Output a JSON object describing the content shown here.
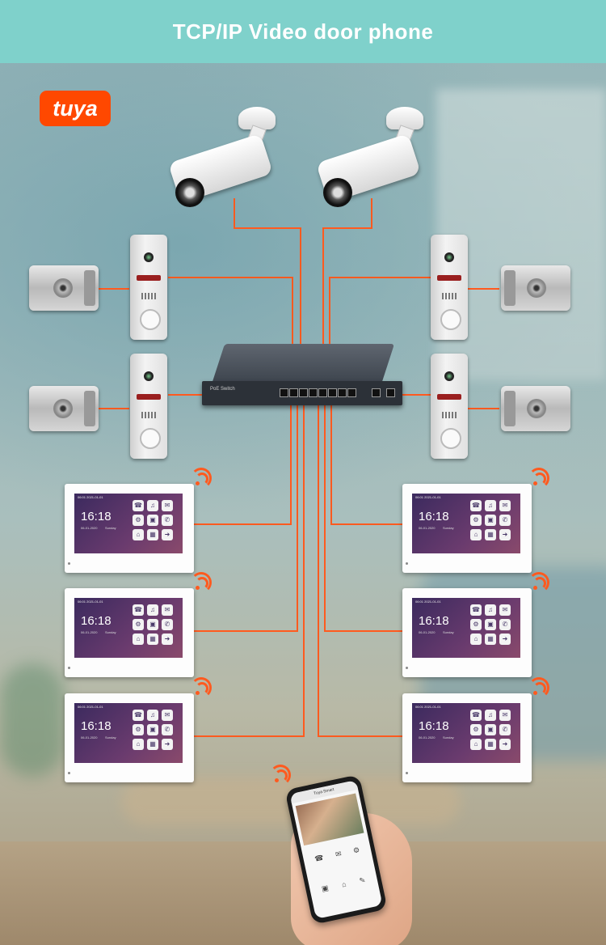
{
  "header": {
    "title": "TCP/IP Video door phone",
    "bg_color": "#7fd1cb"
  },
  "brand": {
    "logo_text": "tuya",
    "color": "#ff4800"
  },
  "wire_color": "#ff5a1f",
  "devices": {
    "cameras": [
      {
        "name": "ip-camera-left"
      },
      {
        "name": "ip-camera-right"
      }
    ],
    "outdoor_stations": 4,
    "electric_locks": 4,
    "poe_switch": {
      "label": "PoE Switch"
    },
    "indoor_monitor": {
      "time": "16:18",
      "date": "06-01-2020",
      "day": "Sunday",
      "status": "06:01  2021-01-01"
    },
    "monitor_count": 6,
    "mobile_app": {
      "title": "Tuya Smart",
      "icons": [
        "☎",
        "✉",
        "⚙",
        "▣",
        "⌂",
        "✎"
      ]
    }
  }
}
